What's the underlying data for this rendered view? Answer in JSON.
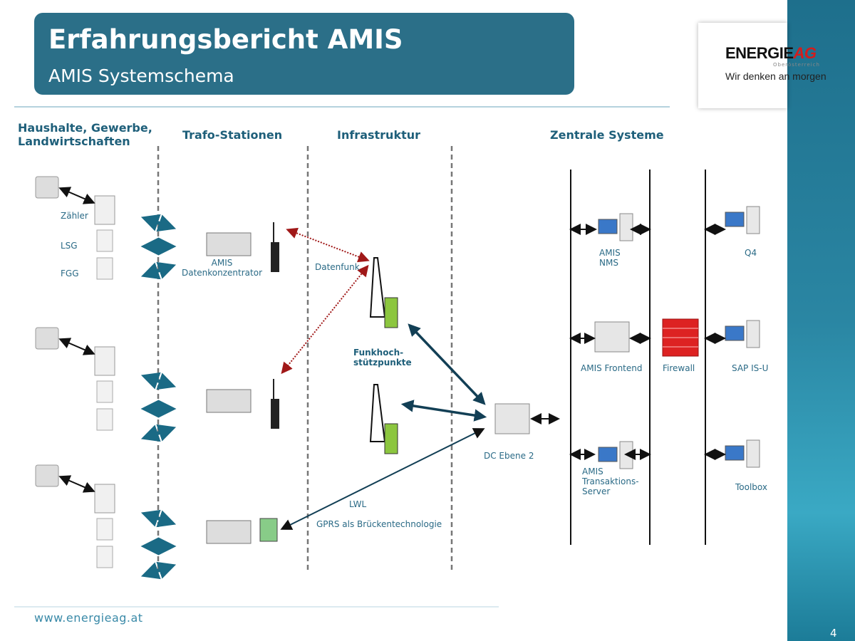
{
  "header": {
    "title": "Erfahrungsbericht AMIS",
    "subtitle": "AMIS Systemschema"
  },
  "logo": {
    "brand": "ENERGIE",
    "brand_suffix": "AG",
    "region": "Oberösterreich",
    "slogan": "Wir denken an morgen"
  },
  "columns": {
    "households": "Haushalte, Gewerbe, Landwirtschaften",
    "trafo": "Trafo-Stationen",
    "infra": "Infrastruktur",
    "central": "Zentrale Systeme"
  },
  "labels": {
    "zaehler": "Zähler",
    "lsg": "LSG",
    "fgg": "FGG",
    "datenkonzentrator": "AMIS Datenkonzentrator",
    "datenfunk": "Datenfunk",
    "funk": "Funkhoch- stützpunkte",
    "dc": "DC Ebene 2",
    "lwl": "LWL",
    "gprs": "GPRS als Brückentechnologie",
    "nms": "AMIS NMS",
    "frontend": "AMIS Frontend",
    "firewall": "Firewall",
    "transaktion": "AMIS Transaktions- Server",
    "q4": "Q4",
    "sap": "SAP IS-U",
    "toolbox": "Toolbox"
  },
  "footer": {
    "url": "www.energieag.at",
    "page": "4"
  },
  "colors": {
    "primary": "#2b6f88",
    "arrow": "#1a6a85",
    "radio_link": "#a01818",
    "logo_red": "#d41c1c"
  }
}
